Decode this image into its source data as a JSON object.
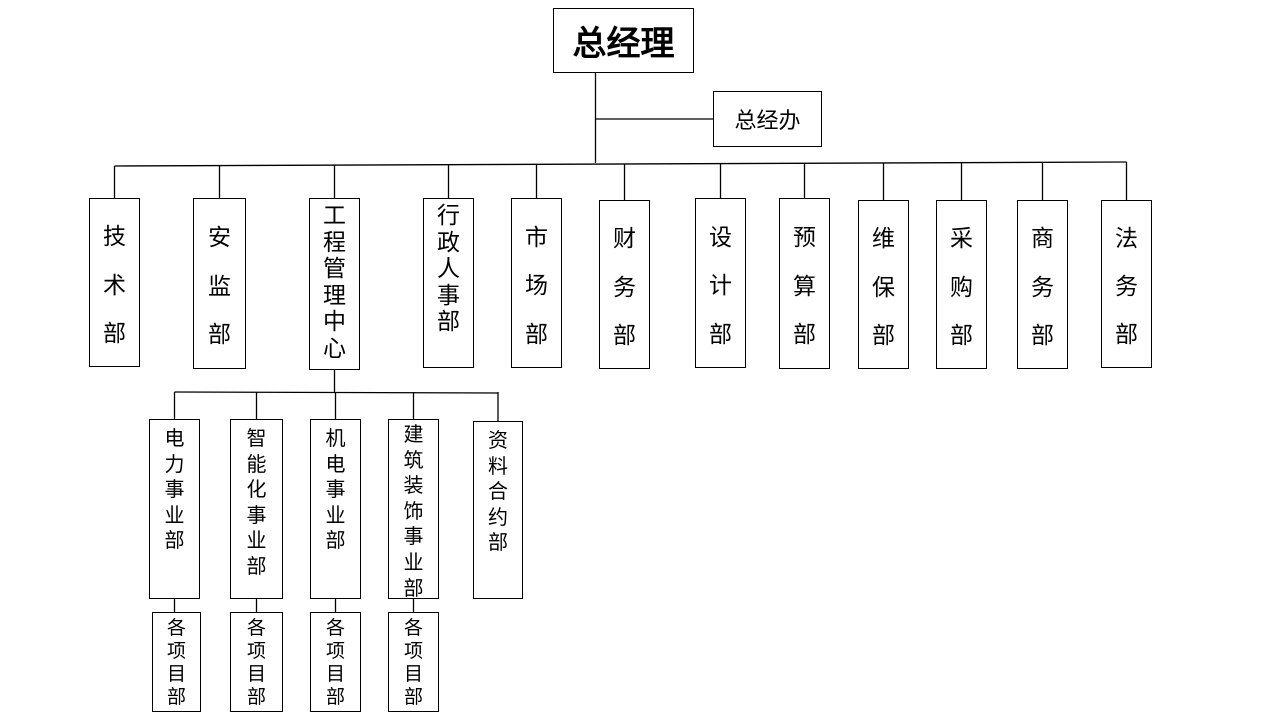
{
  "diagram": {
    "root": {
      "label": "总经理"
    },
    "office": {
      "label": "总经办"
    },
    "departments": [
      {
        "id": "tech",
        "label": "技术部"
      },
      {
        "id": "safety",
        "label": "安监部"
      },
      {
        "id": "engineering",
        "label": "工程管理中心"
      },
      {
        "id": "admin-hr",
        "label": "行政人事部"
      },
      {
        "id": "market",
        "label": "市场部"
      },
      {
        "id": "finance",
        "label": "财务部"
      },
      {
        "id": "design",
        "label": "设计部"
      },
      {
        "id": "budget",
        "label": "预算部"
      },
      {
        "id": "maintenance",
        "label": "维保部"
      },
      {
        "id": "purchasing",
        "label": "采购部"
      },
      {
        "id": "business",
        "label": "商务部"
      },
      {
        "id": "legal",
        "label": "法务部"
      }
    ],
    "engineering_units": [
      {
        "id": "power",
        "label": "电力事业部",
        "project": "各项目部"
      },
      {
        "id": "intelligent",
        "label": "智能化事业部",
        "project": "各项目部"
      },
      {
        "id": "electromechanical",
        "label": "机电事业部",
        "project": "各项目部"
      },
      {
        "id": "decoration",
        "label": "建筑装饰事业部",
        "project": "各项目部"
      },
      {
        "id": "documents",
        "label": "资料合约部",
        "project": null
      }
    ],
    "colors": {
      "line": "#000000",
      "box_border": "#000000",
      "text": "#000000",
      "background": "#ffffff"
    }
  }
}
